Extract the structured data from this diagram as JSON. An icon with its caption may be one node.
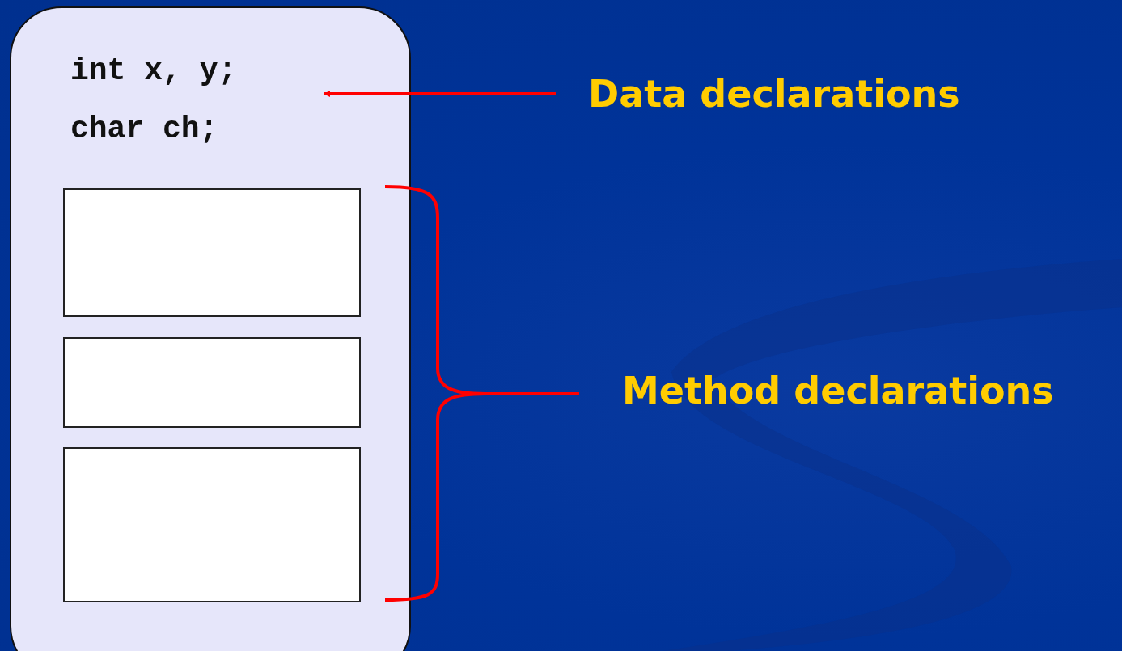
{
  "diagram": {
    "nodes": [
      {
        "text": [],
        "shape": "box"
      },
      {
        "text": [
          "int x, y;",
          "char ch;"
        ],
        "in": 0
      },
      {
        "text": [],
        "shape": "box",
        "in": 0
      },
      {
        "text": [],
        "shape": "box",
        "in": 0
      },
      {
        "text": [],
        "shape": "box",
        "in": 0
      },
      {
        "text": [
          "Data declarations"
        ]
      }
    ],
    "edges": [
      {
        "from": 5,
        "to": 1,
        "arrow": "to"
      }
    ],
    "labels": [
      "Method declarations"
    ]
  }
}
